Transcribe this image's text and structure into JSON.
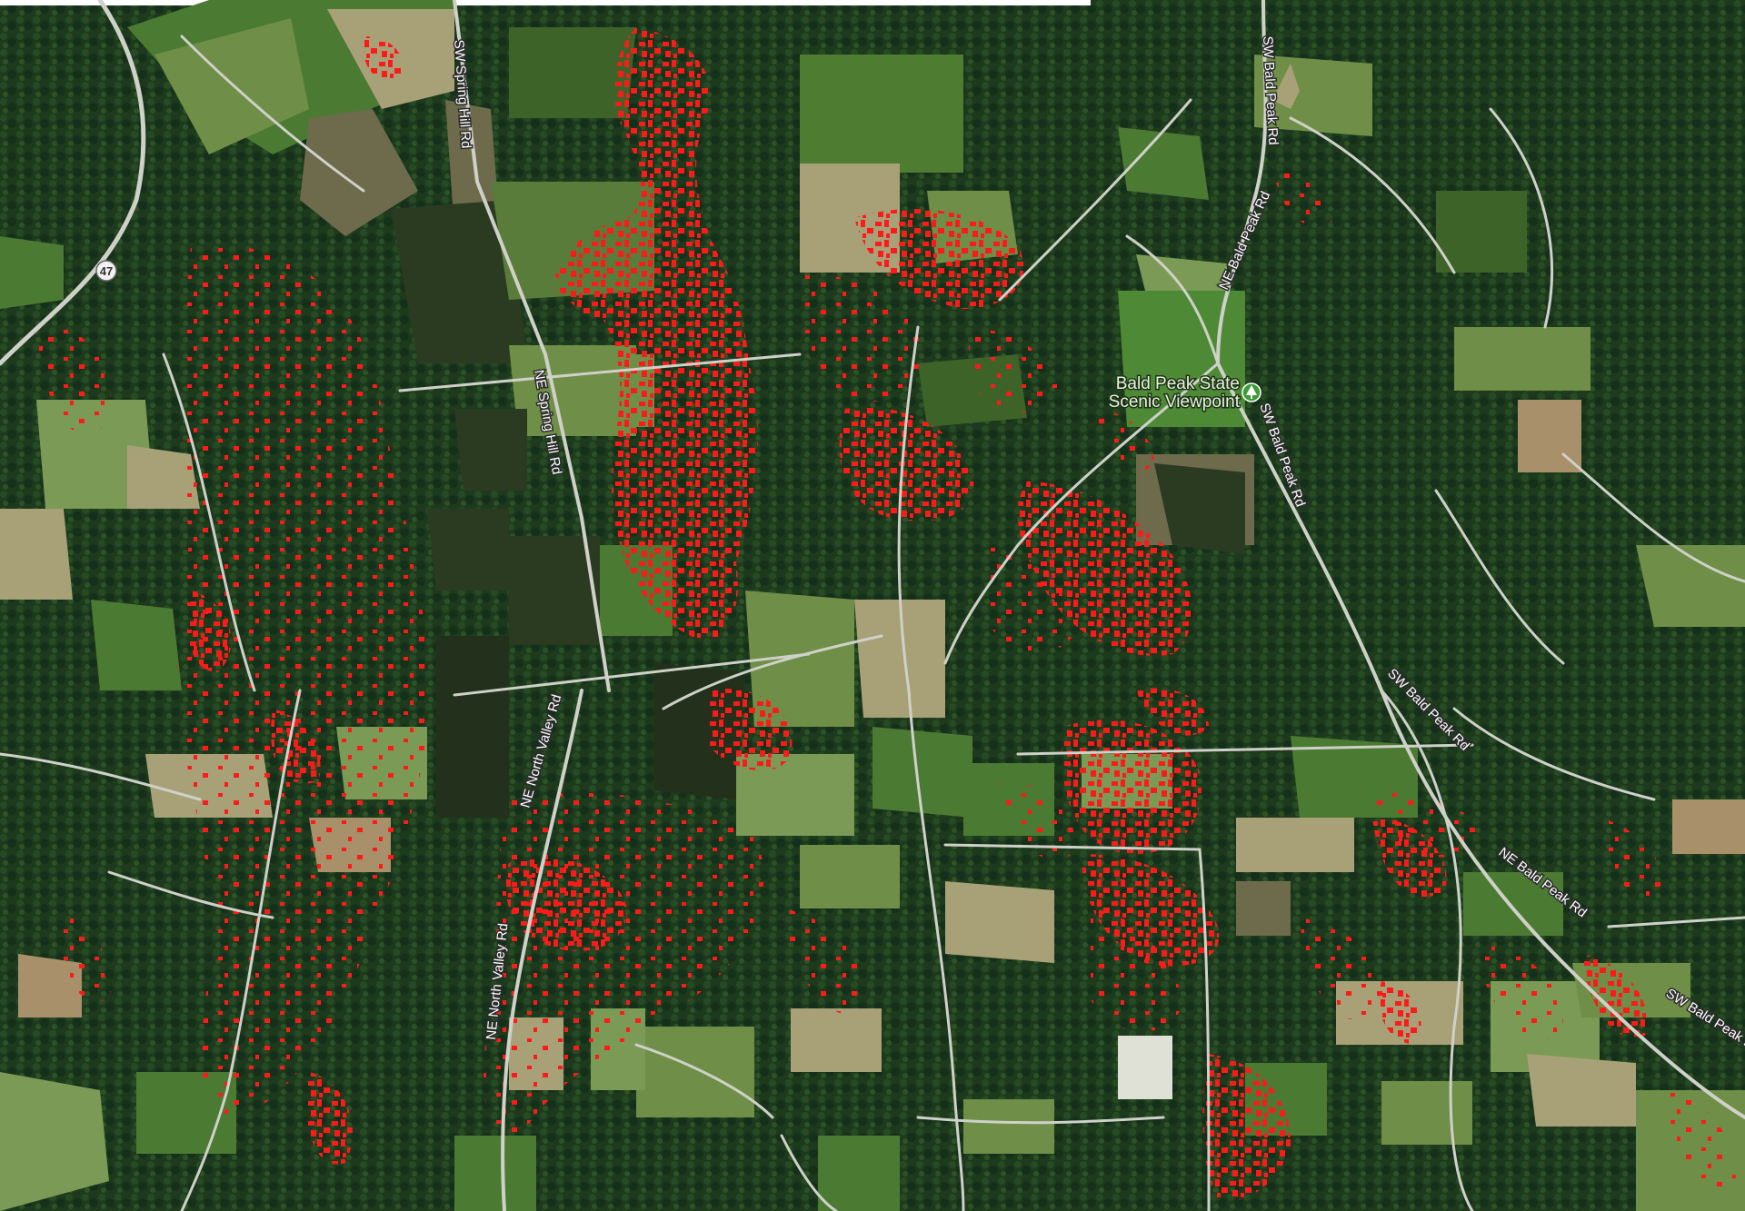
{
  "map": {
    "colors": {
      "forest_dark": "#17301a",
      "forest": "#23441f",
      "field_green": "#4b7a33",
      "field_light": "#7a9a56",
      "field_tan": "#a8a178",
      "field_brown": "#6e6a4c",
      "road": "#cfd1c9",
      "overlay_red": "#ff1a1a",
      "white_band": "#ffffff"
    },
    "road_labels": {
      "sw_spring_hill": "SW Spring Hill Rd",
      "ne_spring_hill": "NE Spring Hill Rd",
      "ne_north_valley_upper": "NE North Valley Rd",
      "ne_north_valley_lower": "NE North Valley Rd",
      "sw_bald_peak_top": "SW Bald Peak Rd",
      "ne_bald_peak_upper": "NE Bald Peak Rd",
      "sw_bald_peak_mid": "SW Bald Peak Rd",
      "sw_bald_peak_lower": "SW Bald Peak Rd",
      "ne_bald_peak_lower": "NE Bald Peak Rd",
      "sw_bald_peak_bottom": "SW Bald Peak Rd"
    },
    "highway_shield": "47",
    "poi": {
      "line1": "Bald Peak State",
      "line2": "Scenic Viewpoint",
      "icon": "park-icon"
    }
  }
}
